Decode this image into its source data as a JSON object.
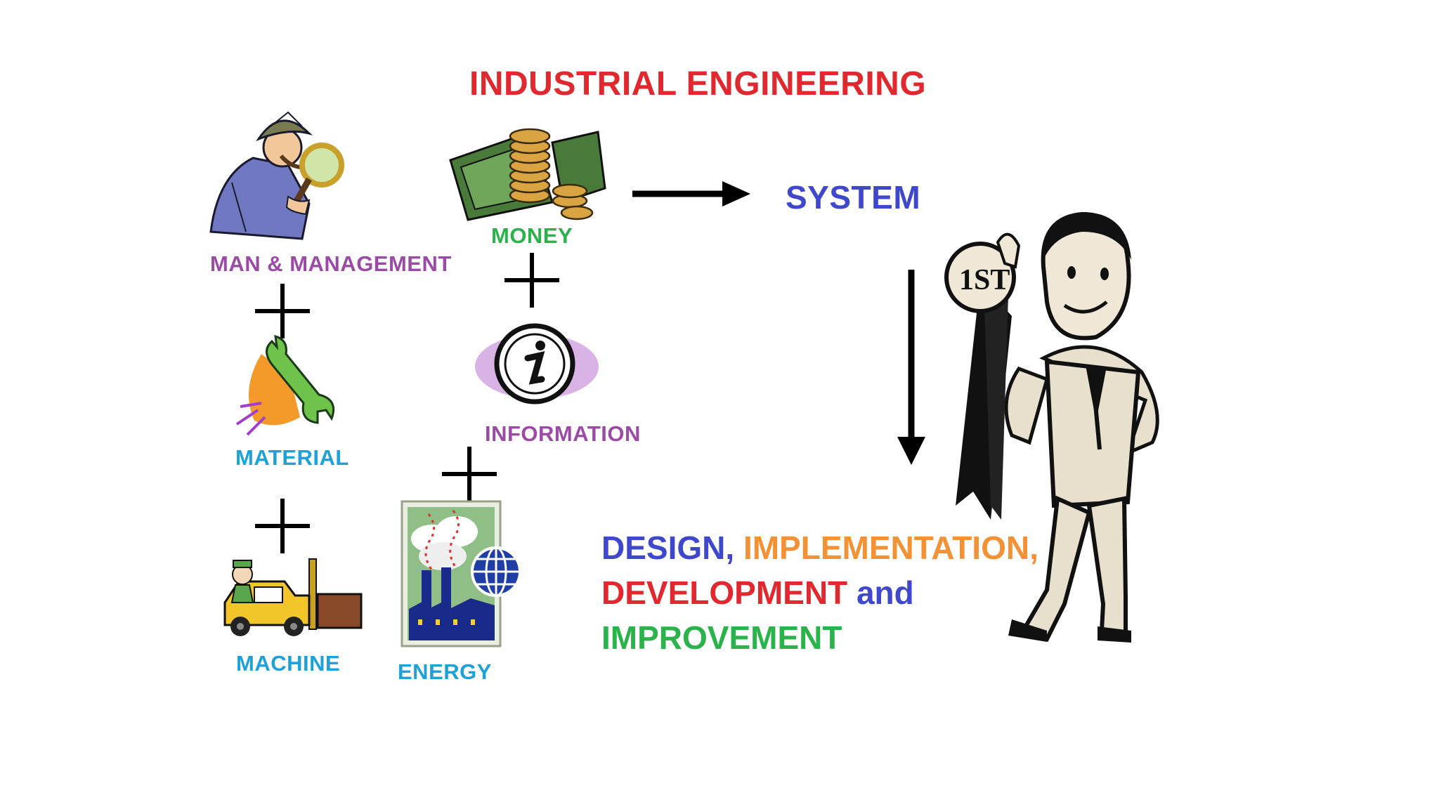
{
  "title": "INDUSTRIAL ENGINEERING",
  "system_label": "SYSTEM",
  "inputs": {
    "man": "MAN & MANAGEMENT",
    "money": "MONEY",
    "material": "MATERIAL",
    "information": "INFORMATION",
    "machine": "MACHINE",
    "energy": "ENERGY"
  },
  "outcome": {
    "design": "DESIGN,",
    "implementation": "IMPLEMENTATION,",
    "development": "DEVELOPMENT",
    "and": "and",
    "improvement": "IMPROVEMENT"
  },
  "badge_text": "1ST",
  "colors": {
    "title": "#e0282e",
    "system": "#3f48cc",
    "man": "#9b4aa6",
    "money": "#2bb34b",
    "material": "#1ea0d8",
    "information": "#9b4aa6",
    "machine": "#1ea0d8",
    "energy": "#1ea0d8",
    "design": "#3f48cc",
    "implementation": "#f39234",
    "development": "#e0282e",
    "and": "#3f48cc",
    "improvement": "#2bb34b"
  }
}
